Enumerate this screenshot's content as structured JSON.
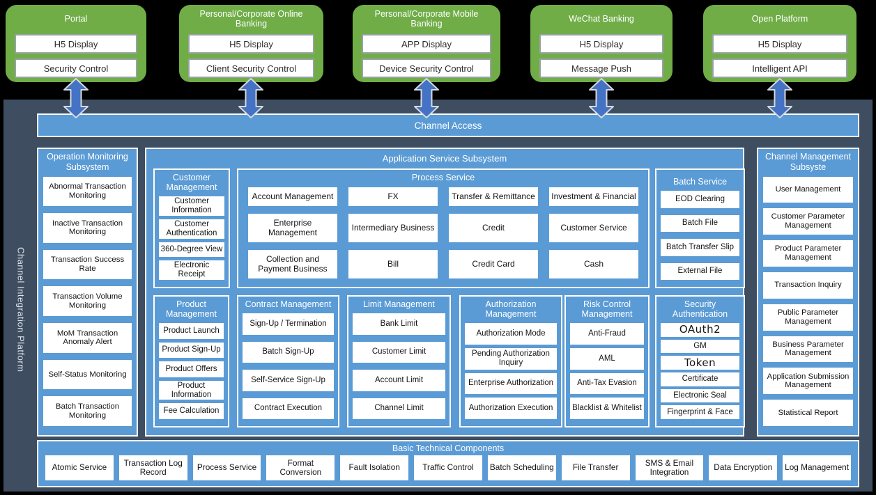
{
  "colors": {
    "green": "#70AD47",
    "panel_blue": "#5B9BD5",
    "dark_slate": "#3F4D60",
    "arrow_blue": "#4472C4",
    "canvas": "#000000"
  },
  "channels": [
    {
      "title": "Portal",
      "items": [
        "H5 Display",
        "Security Control"
      ]
    },
    {
      "title": "Personal/Corporate Online Banking",
      "items": [
        "H5 Display",
        "Client Security Control"
      ]
    },
    {
      "title": "Personal/Corporate Mobile Banking",
      "items": [
        "APP Display",
        "Device Security Control"
      ]
    },
    {
      "title": "WeChat Banking",
      "items": [
        "H5 Display",
        "Message Push"
      ]
    },
    {
      "title": "Open Platform",
      "items": [
        "H5 Display",
        "Intelligent API"
      ]
    }
  ],
  "platform_label": "Channel Integration Platform",
  "channel_access_label": "Channel Access",
  "operation_monitoring": {
    "title": "Operation Monitoring Subsystem",
    "items": [
      "Abnormal Transaction Monitoring",
      "Inactive Transaction Monitoring",
      "Transaction Success Rate",
      "Transaction Volume Monitoring",
      "MoM Transaction Anomaly Alert",
      "Self-Status Monitoring",
      "Batch Transaction Monitoring"
    ]
  },
  "application_service": {
    "title": "Application Service Subsystem",
    "customer_management": {
      "title": "Customer Management",
      "items": [
        "Customer Information",
        "Customer Authentication",
        "360-Degree View",
        "Electronic Receipt"
      ]
    },
    "process_service": {
      "title": "Process Service",
      "items": [
        "Account Management",
        "FX",
        "Transfer & Remittance",
        "Investment & Financial",
        "Enterprise Management",
        "Intermediary Business",
        "Credit",
        "Customer Service",
        "Collection and Payment Business",
        "Bill",
        "Credit Card",
        "Cash"
      ]
    },
    "batch_service": {
      "title": "Batch Service",
      "items": [
        "EOD Clearing",
        "Batch File",
        "Batch Transfer Slip",
        "External File"
      ]
    },
    "product_management": {
      "title": "Product Management",
      "items": [
        "Product Launch",
        "Product Sign-Up",
        "Product Offers",
        "Product Information",
        "Fee Calculation"
      ]
    },
    "contract_management": {
      "title": "Contract Management",
      "items": [
        "Sign-Up / Termination",
        "Batch Sign-Up",
        "Self-Service Sign-Up",
        "Contract Execution"
      ]
    },
    "limit_management": {
      "title": "Limit Management",
      "items": [
        "Bank Limit",
        "Customer Limit",
        "Account Limit",
        "Channel Limit"
      ]
    },
    "authorization_management": {
      "title": "Authorization Management",
      "items": [
        "Authorization Mode",
        "Pending Authorization Inquiry",
        "Enterprise Authorization",
        "Authorization Execution"
      ]
    },
    "risk_control_management": {
      "title": "Risk Control Management",
      "items": [
        "Anti-Fraud",
        "AML",
        "Anti-Tax Evasion",
        "Blacklist & Whitelist"
      ]
    },
    "security_authentication": {
      "title": "Security Authentication",
      "items": [
        "OAuth2",
        "GM",
        "Token",
        "Certificate",
        "Electronic Seal",
        "Fingerprint & Face"
      ]
    }
  },
  "channel_management": {
    "title": "Channel Management Subsyste",
    "items": [
      "User Management",
      "Customer Parameter Management",
      "Product Parameter Management",
      "Transaction Inquiry",
      "Public Parameter Management",
      "Business Parameter Management",
      "Application Submission Management",
      "Statistical Report"
    ]
  },
  "basic_technical": {
    "title": "Basic Technical Components",
    "items": [
      "Atomic Service",
      "Transaction Log Record",
      "Process Service",
      "Format Conversion",
      "Fault Isolation",
      "Traffic Control",
      "Batch Scheduling",
      "File Transfer",
      "SMS & Email Integration",
      "Data Encryption",
      "Log Management"
    ]
  }
}
